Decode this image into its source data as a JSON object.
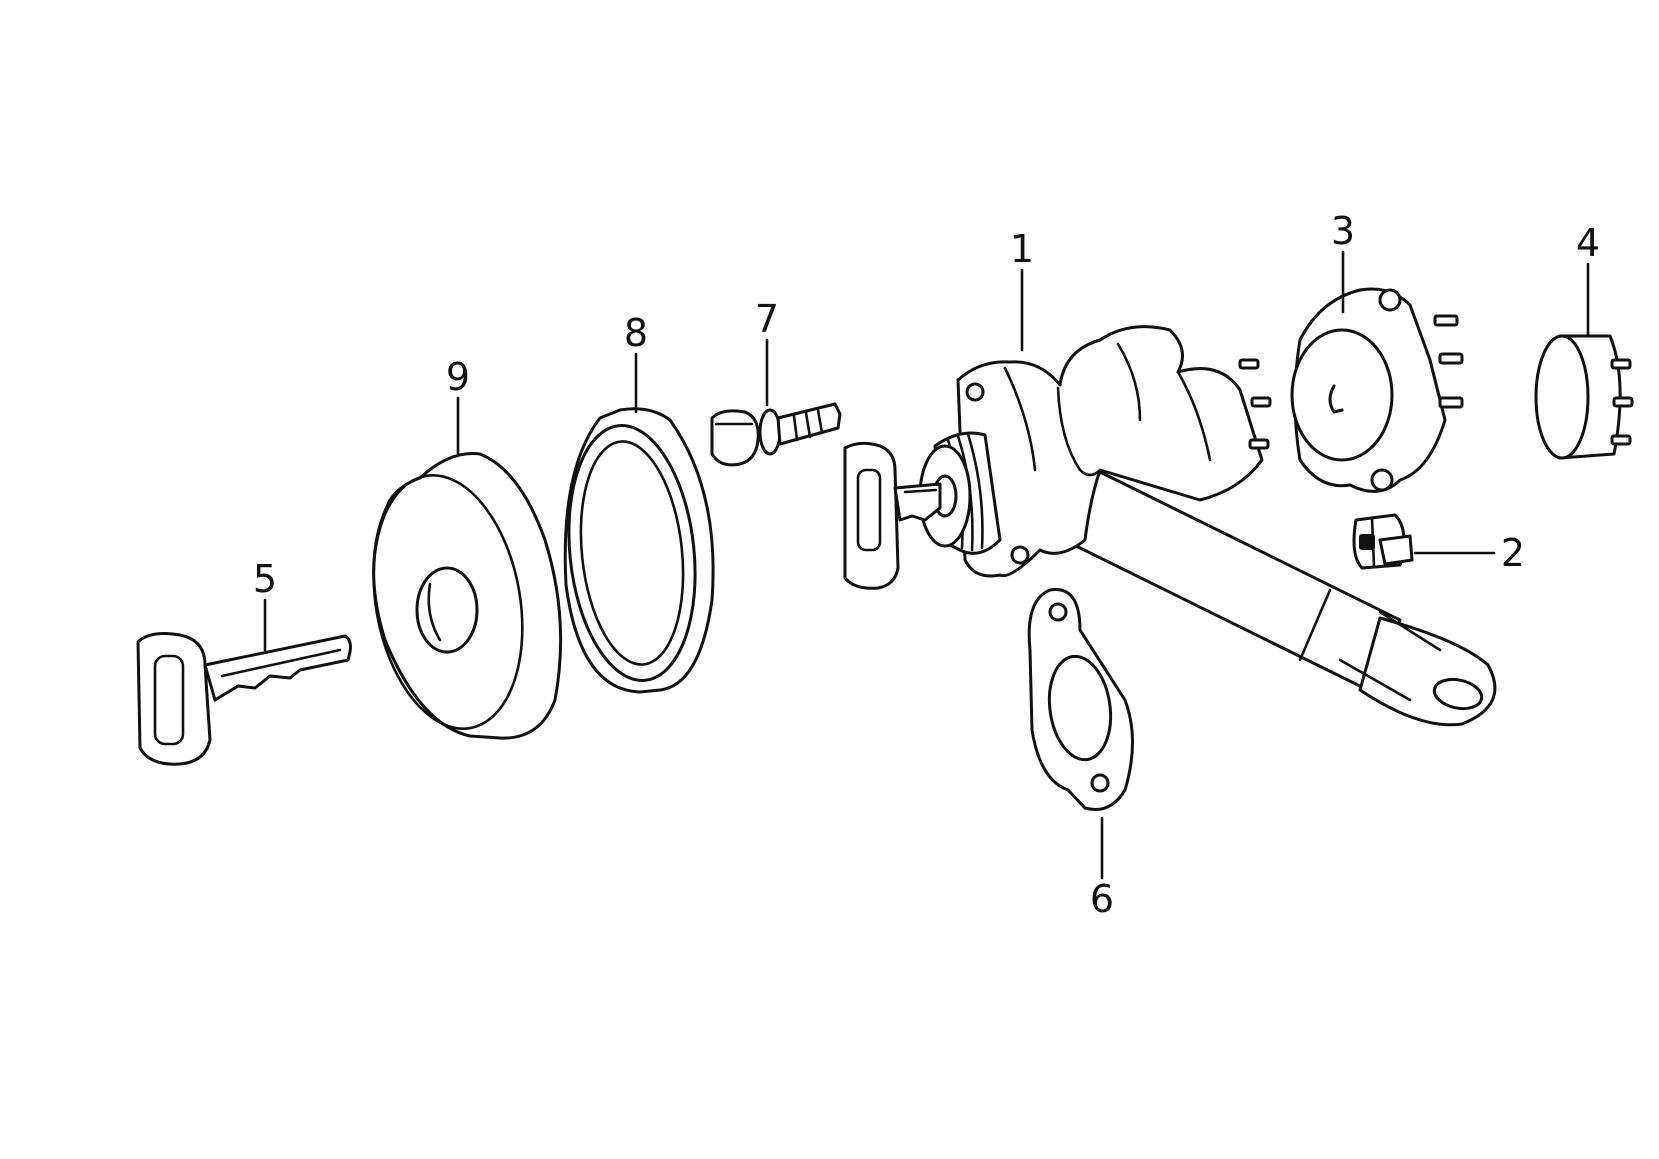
{
  "callouts": [
    {
      "id": "part-1",
      "label": "1"
    },
    {
      "id": "part-2",
      "label": "2"
    },
    {
      "id": "part-3",
      "label": "3"
    },
    {
      "id": "part-4",
      "label": "4"
    },
    {
      "id": "part-5",
      "label": "5"
    },
    {
      "id": "part-6",
      "label": "6"
    },
    {
      "id": "part-7",
      "label": "7"
    },
    {
      "id": "part-8",
      "label": "8"
    },
    {
      "id": "part-9",
      "label": "9"
    }
  ],
  "colors": {
    "line": "#111111",
    "background": "#ffffff"
  }
}
